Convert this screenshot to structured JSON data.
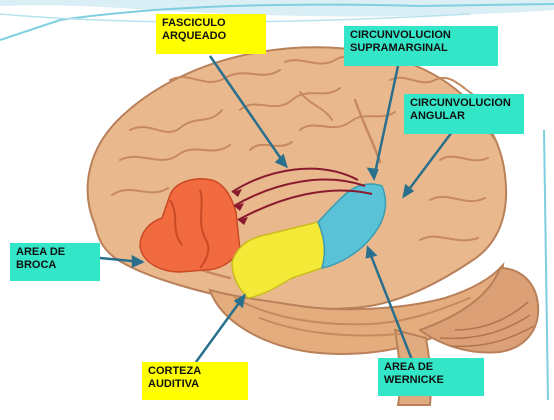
{
  "colors": {
    "yellow_label": "#ffff00",
    "cyan_label": "#33e6c8",
    "broca": "#f26a3f",
    "auditory": "#f5e938",
    "wernicke": "#5ac2d6",
    "fasciculus": "#8a1b2e",
    "pointer": "#2a6f8c",
    "brain": "#e9b98d",
    "brain_shadow": "#c68a5e",
    "background": "#ffffff",
    "frame_accent": "#7ecfe0"
  },
  "labels": {
    "fasciculo": "FASCICULO\nARQUEADO",
    "supramarginal": "CIRCUNVOLUCION\nSUPRAMARGINAL",
    "angular": "CIRCUNVOLUCION\nANGULAR",
    "broca": "AREA DE\nBROCA",
    "corteza": "CORTEZA\nAUDITIVA",
    "wernicke": "AREA DE\nWERNICKE"
  }
}
